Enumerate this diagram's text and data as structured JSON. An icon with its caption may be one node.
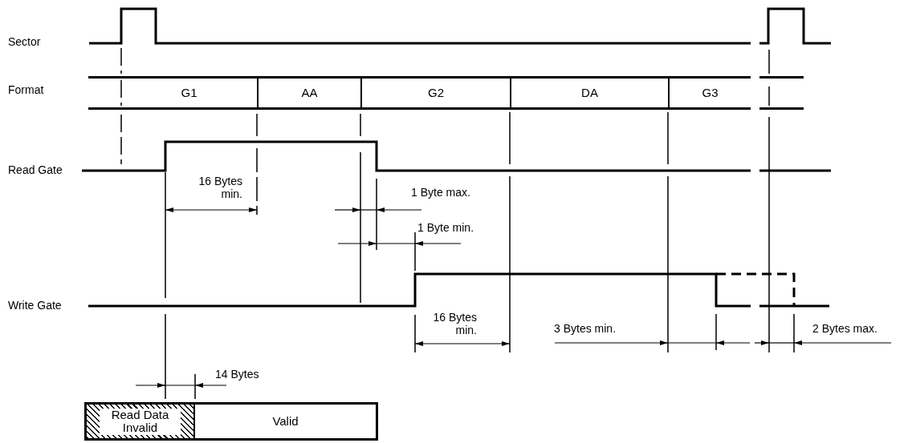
{
  "diagram": {
    "nodes": [
      {
        "text": [
          "G1"
        ]
      },
      {
        "text": [
          "AA"
        ]
      },
      {
        "text": [
          "G2"
        ]
      },
      {
        "text": [
          "DA"
        ]
      },
      {
        "text": [
          "G3"
        ]
      },
      {
        "text": [
          "Read Data Invalid"
        ]
      },
      {
        "text": [
          "Valid"
        ]
      }
    ],
    "labels": [
      "Sector",
      "Format",
      "Read Gate",
      "Write Gate",
      "16 Bytes min.",
      "1 Byte max.",
      "1 Byte min.",
      "16 Bytes min.",
      "3 Bytes min.",
      "2 Bytes max.",
      "14 Bytes"
    ]
  }
}
